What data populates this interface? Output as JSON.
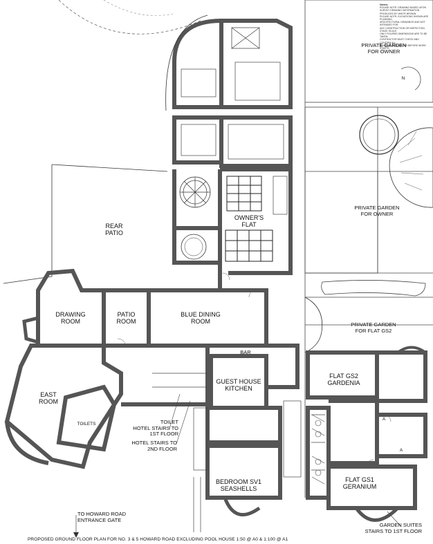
{
  "notes": {
    "heading": "Notes:",
    "lines": [
      "PLEASE NOTE: DRAWING BASED UPON",
      "SURVEY DRAWING INFORMATION",
      "PRODUCED BY WHITE BROWN",
      "PLEASE NOTE: ELEVATIONS SHOWN ARE PLANNING",
      "ARCHITECTURAL DRAWINGS AND NOT INTENDED FOR",
      "ANY CONSTRUCTION OR INSPECTION STAGE SCALE.",
      "ONLY FIGURED DIMENSIONS ARE TO BE TAKEN.",
      "CONTRACTOR MUST CHECK AND CONFIRM ALL",
      "BUILDING DIMENSIONS BEFORE WORK STARTS."
    ]
  },
  "rooms": {
    "private_garden_owner_top": "PRIVATE GARDEN\nFOR OWNER",
    "private_garden_owner_mid": "PRIVATE GARDEN\nFOR OWNER",
    "private_garden_gs2": "PRIVATE GARDEN\nFOR FLAT GS2",
    "rear_patio": "REAR\nPATIO",
    "owners_flat": "OWNER'S\nFLAT",
    "drawing_room": "DRAWING\nROOM",
    "patio_room": "PATIO\nROOM",
    "blue_dining_room": "BLUE DINING\nROOM",
    "bar": "BAR",
    "east_room": "EAST\nROOM",
    "toilets": "TOILETS",
    "guest_house_kitchen": "GUEST HOUSE\nKITCHEN",
    "flat_gs2": "FLAT GS2\nGARDENIA",
    "flat_gs1": "FLAT GS1\nGERANIUM",
    "bedroom_sv1": "BEDROOM SV1\nSEASHELLS"
  },
  "callouts": {
    "toilet_stairs": "TOILET\nHOTEL STAIRS TO\n1ST FLOOR",
    "hotel_stairs_2nd": "HOTEL STAIRS TO\n2ND FLOOR",
    "entrance": "TO HOWARD ROAD\nENTRANCE GATE",
    "garden_suites": "GARDEN SUITES\nSTAIRS TO 1ST FLOOR",
    "north": "N",
    "door_a1": "A",
    "door_a2": "A"
  },
  "footer": "PROPOSED GROUND FLOOR PLAN FOR NO. 3 & 5 HOWARD ROAD EXCLUDING POOL HOUSE  1:50 @ A0 & 1:100 @ A1"
}
